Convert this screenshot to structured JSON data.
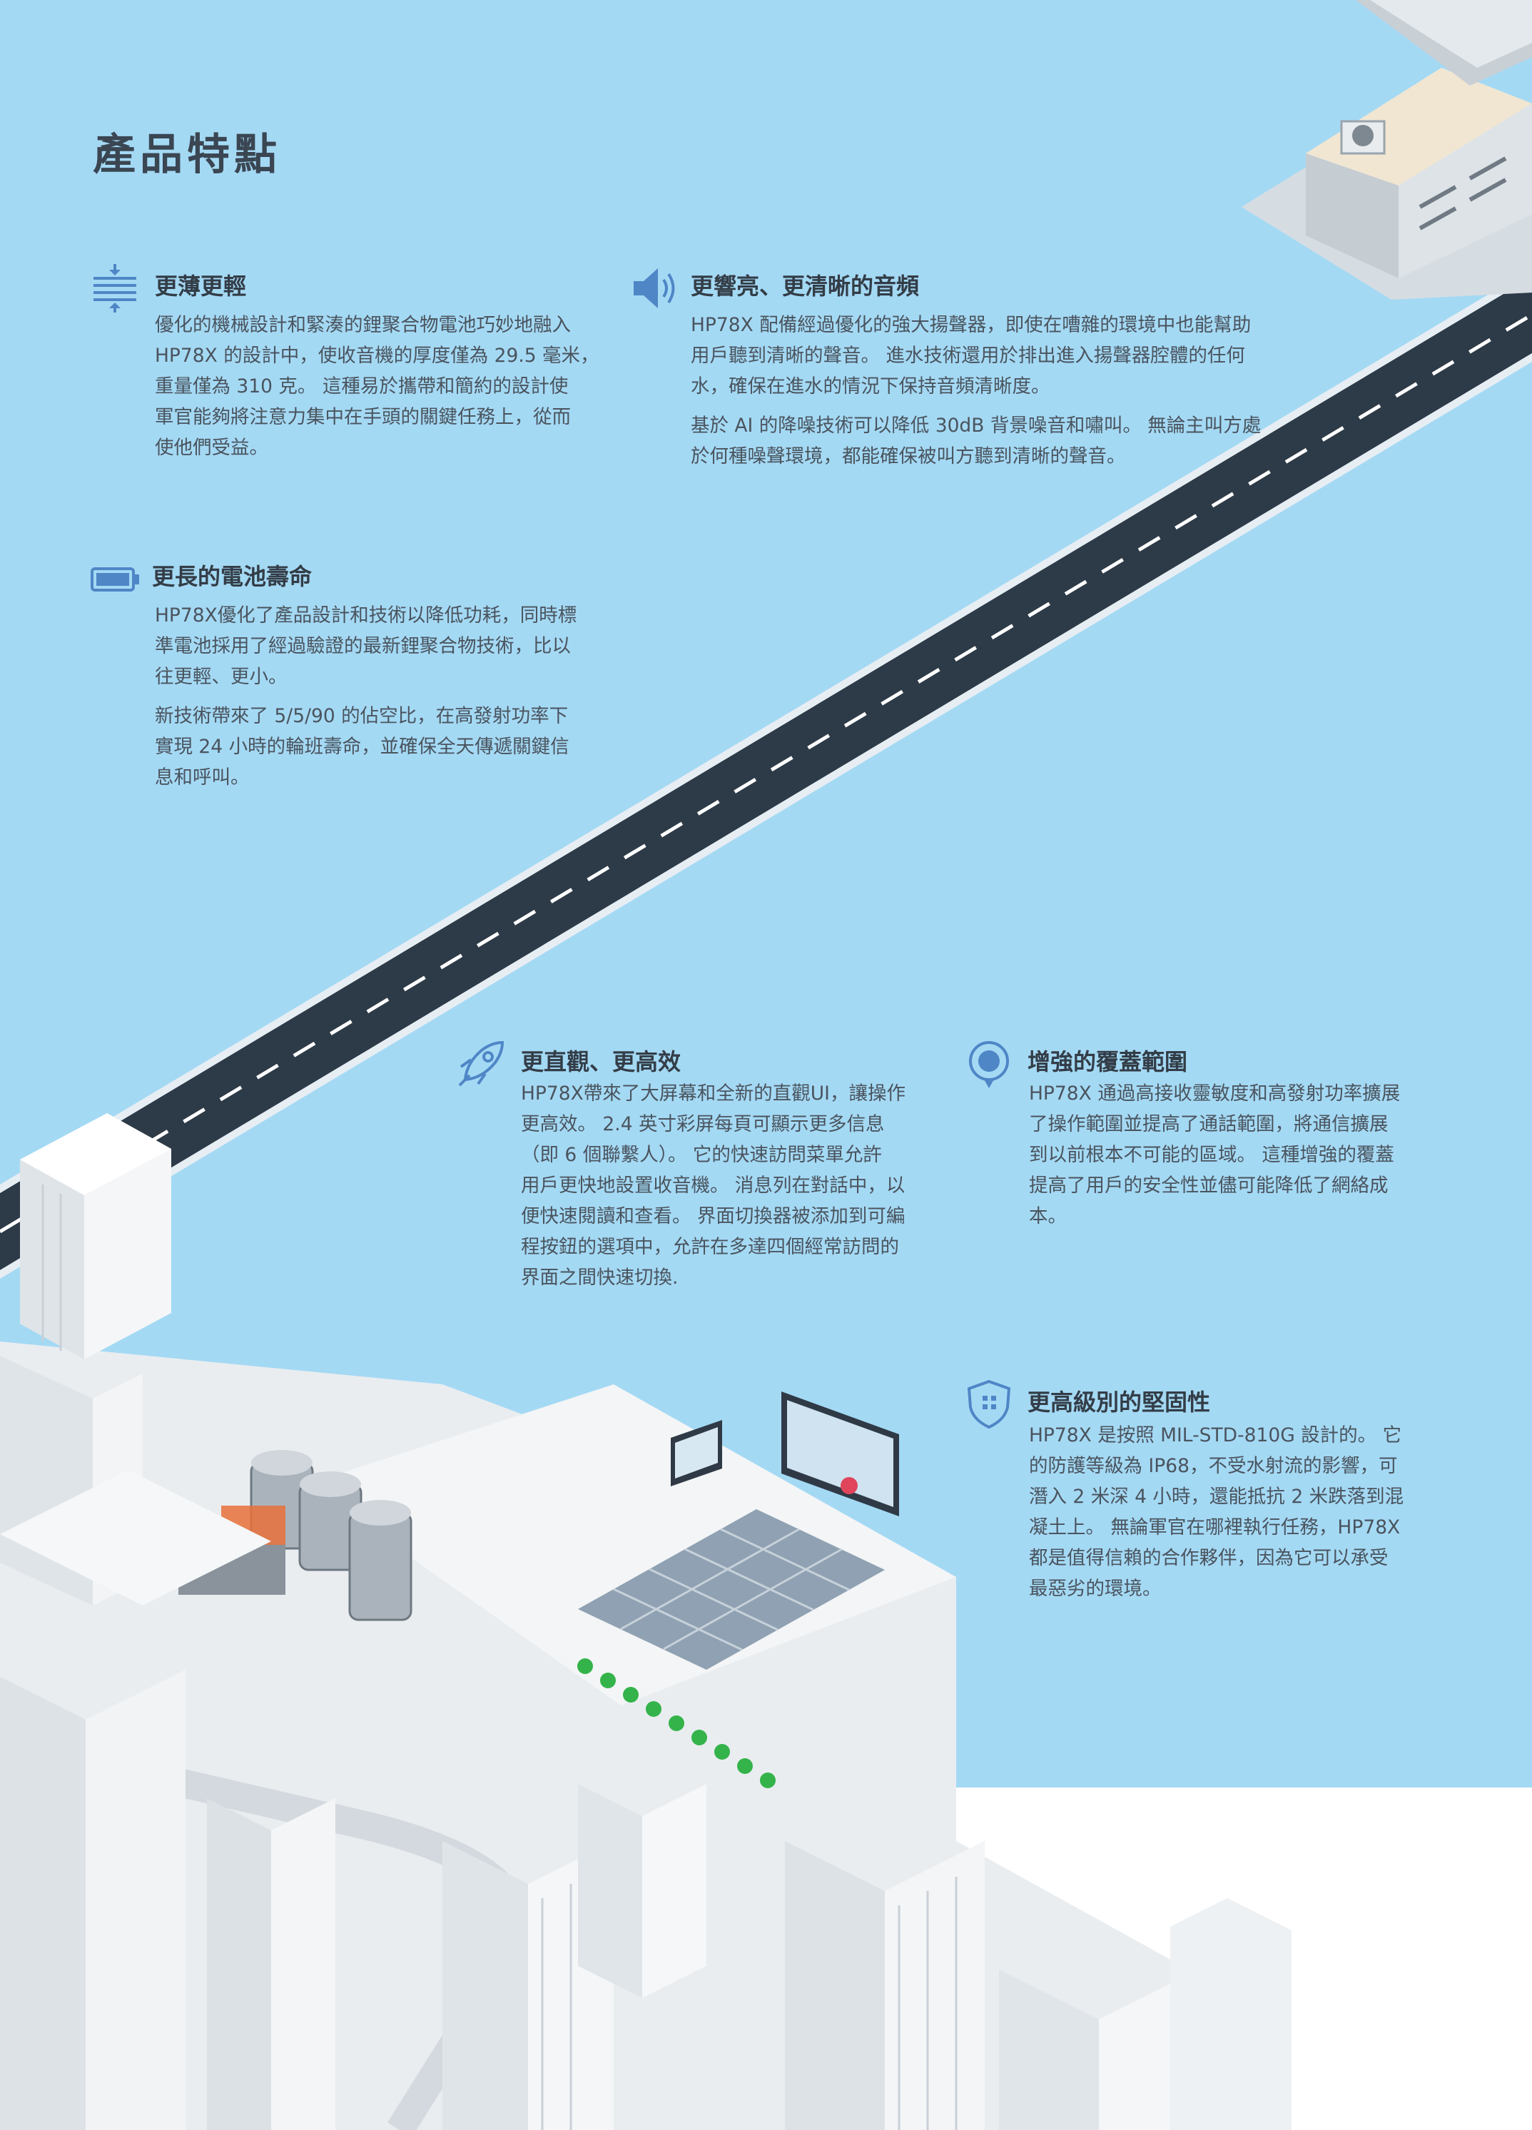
{
  "page_title": "產品特點",
  "colors": {
    "sky": "#a4d9f4",
    "accent_blue": "#4f86c6",
    "road": "#2d3a47",
    "text_dark": "#333d47",
    "text_body": "#4a545e"
  },
  "features": [
    {
      "id": "thin",
      "icon": "thin-layers-icon",
      "title": "更薄更輕",
      "paragraphs": [
        "優化的機械設計和緊湊的鋰聚合物電池巧妙地融入",
        "HP78X 的設計中，使收音機的厚度僅為 29.5 毫米，",
        "重量僅為 310 克。 這種易於攜帶和簡約的設計使",
        "軍官能夠將注意力集中在手頭的關鍵任務上，從而",
        "使他們受益。"
      ]
    },
    {
      "id": "audio",
      "icon": "speaker-icon",
      "title": "更響亮、更清晰的音頻",
      "paragraphs": [
        "HP78X 配備經過優化的強大揚聲器，即使在嘈雜的環境中也能幫助",
        "用戶聽到清晰的聲音。 進水技術還用於排出進入揚聲器腔體的任何",
        "水，確保在進水的情況下保持音頻清晰度。",
        "基於 AI 的降噪技術可以降低 30dB 背景噪音和嘯叫。 無論主叫方處",
        "於何種噪聲環境，都能確保被叫方聽到清晰的聲音。"
      ],
      "para_breaks": [
        3
      ]
    },
    {
      "id": "battery",
      "icon": "battery-icon",
      "title": "更長的電池壽命",
      "paragraphs": [
        "HP78X優化了產品設計和技術以降低功耗，同時標",
        "準電池採用了經過驗證的最新鋰聚合物技術，比以",
        "往更輕、更小。",
        "新技術帶來了 5/5/90 的佔空比，在高發射功率下",
        "實現 24 小時的輪班壽命，並確保全天傳遞關鍵信",
        "息和呼叫。"
      ],
      "para_breaks": [
        3
      ]
    },
    {
      "id": "ui",
      "icon": "rocket-icon",
      "title": "更直觀、更高效",
      "paragraphs": [
        "HP78X帶來了大屏幕和全新的直觀UI，讓操作",
        "更高效。 2.4 英寸彩屏每頁可顯示更多信息",
        "（即 6 個聯繫人）。 它的快速訪問菜單允許",
        "用戶更快地設置收音機。 消息列在對話中，以",
        "便快速閱讀和查看。 界面切換器被添加到可編",
        "程按鈕的選項中，允許在多達四個經常訪問的",
        "界面之間快速切換."
      ]
    },
    {
      "id": "coverage",
      "icon": "coverage-pin-icon",
      "title": "增強的覆蓋範圍",
      "paragraphs": [
        "HP78X 通過高接收靈敏度和高發射功率擴展",
        "了操作範圍並提高了通話範圍，將通信擴展",
        "到以前根本不可能的區域。 這種增強的覆蓋",
        "提高了用戶的安全性並儘可能降低了網絡成",
        "本。"
      ]
    },
    {
      "id": "rugged",
      "icon": "shield-icon",
      "title": "更高級別的堅固性",
      "paragraphs": [
        "HP78X 是按照 MIL-STD-810G 設計的。 它",
        "的防護等級為 IP68，不受水射流的影響，可",
        "潛入 2 米深 4 小時，還能抵抗 2 米跌落到混",
        "凝土上。 無論軍官在哪裡執行任務，HP78X",
        "都是值得信賴的合作夥伴，因為它可以承受",
        "最惡劣的環境。"
      ]
    }
  ]
}
